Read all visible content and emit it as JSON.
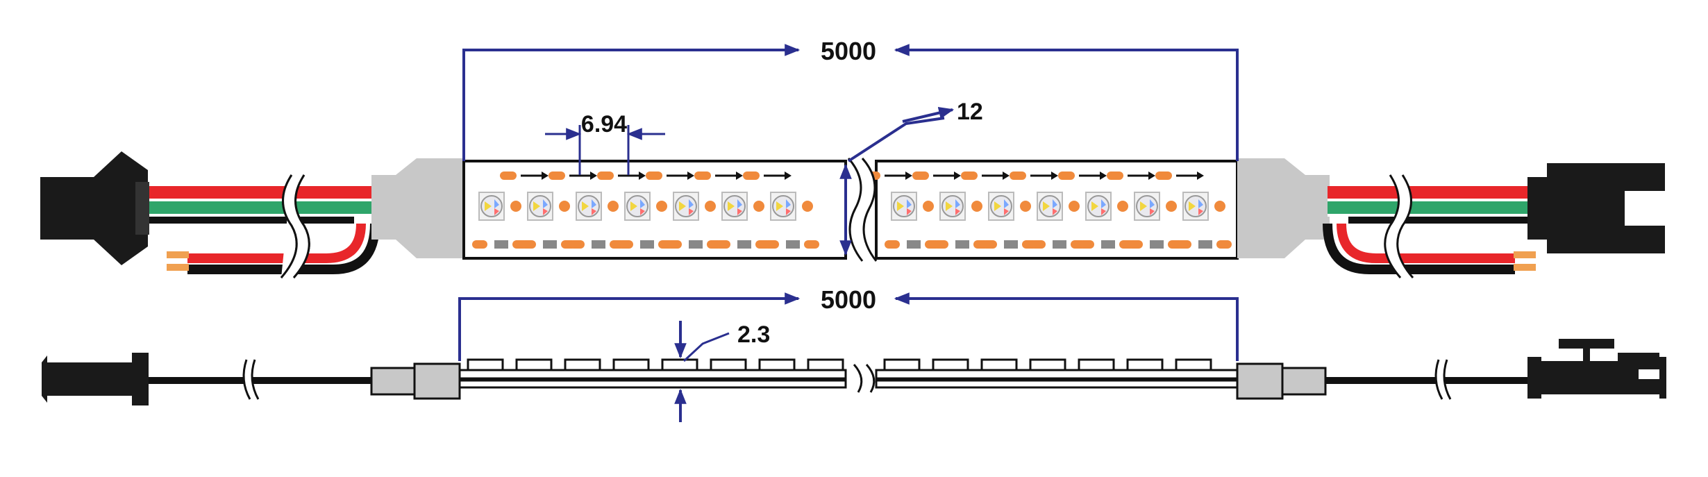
{
  "dimensions": {
    "length_top": "5000",
    "led_pitch": "6.94",
    "strip_width": "12",
    "length_side": "5000",
    "thickness": "2.3"
  },
  "colors": {
    "dimension_line": "#2a2f8f",
    "wire_red": "#e8262a",
    "wire_green": "#2fa56a",
    "wire_black": "#111111",
    "wire_tip": "#f0a050",
    "connector": "#1a1a1a",
    "end_cap": "#c8c8c8",
    "led_pad": "#f08a3c",
    "strip_outline": "#111111"
  },
  "icons": {
    "data_direction": "arrow-right-icon",
    "break_symbol": "wavy-break-icon"
  }
}
